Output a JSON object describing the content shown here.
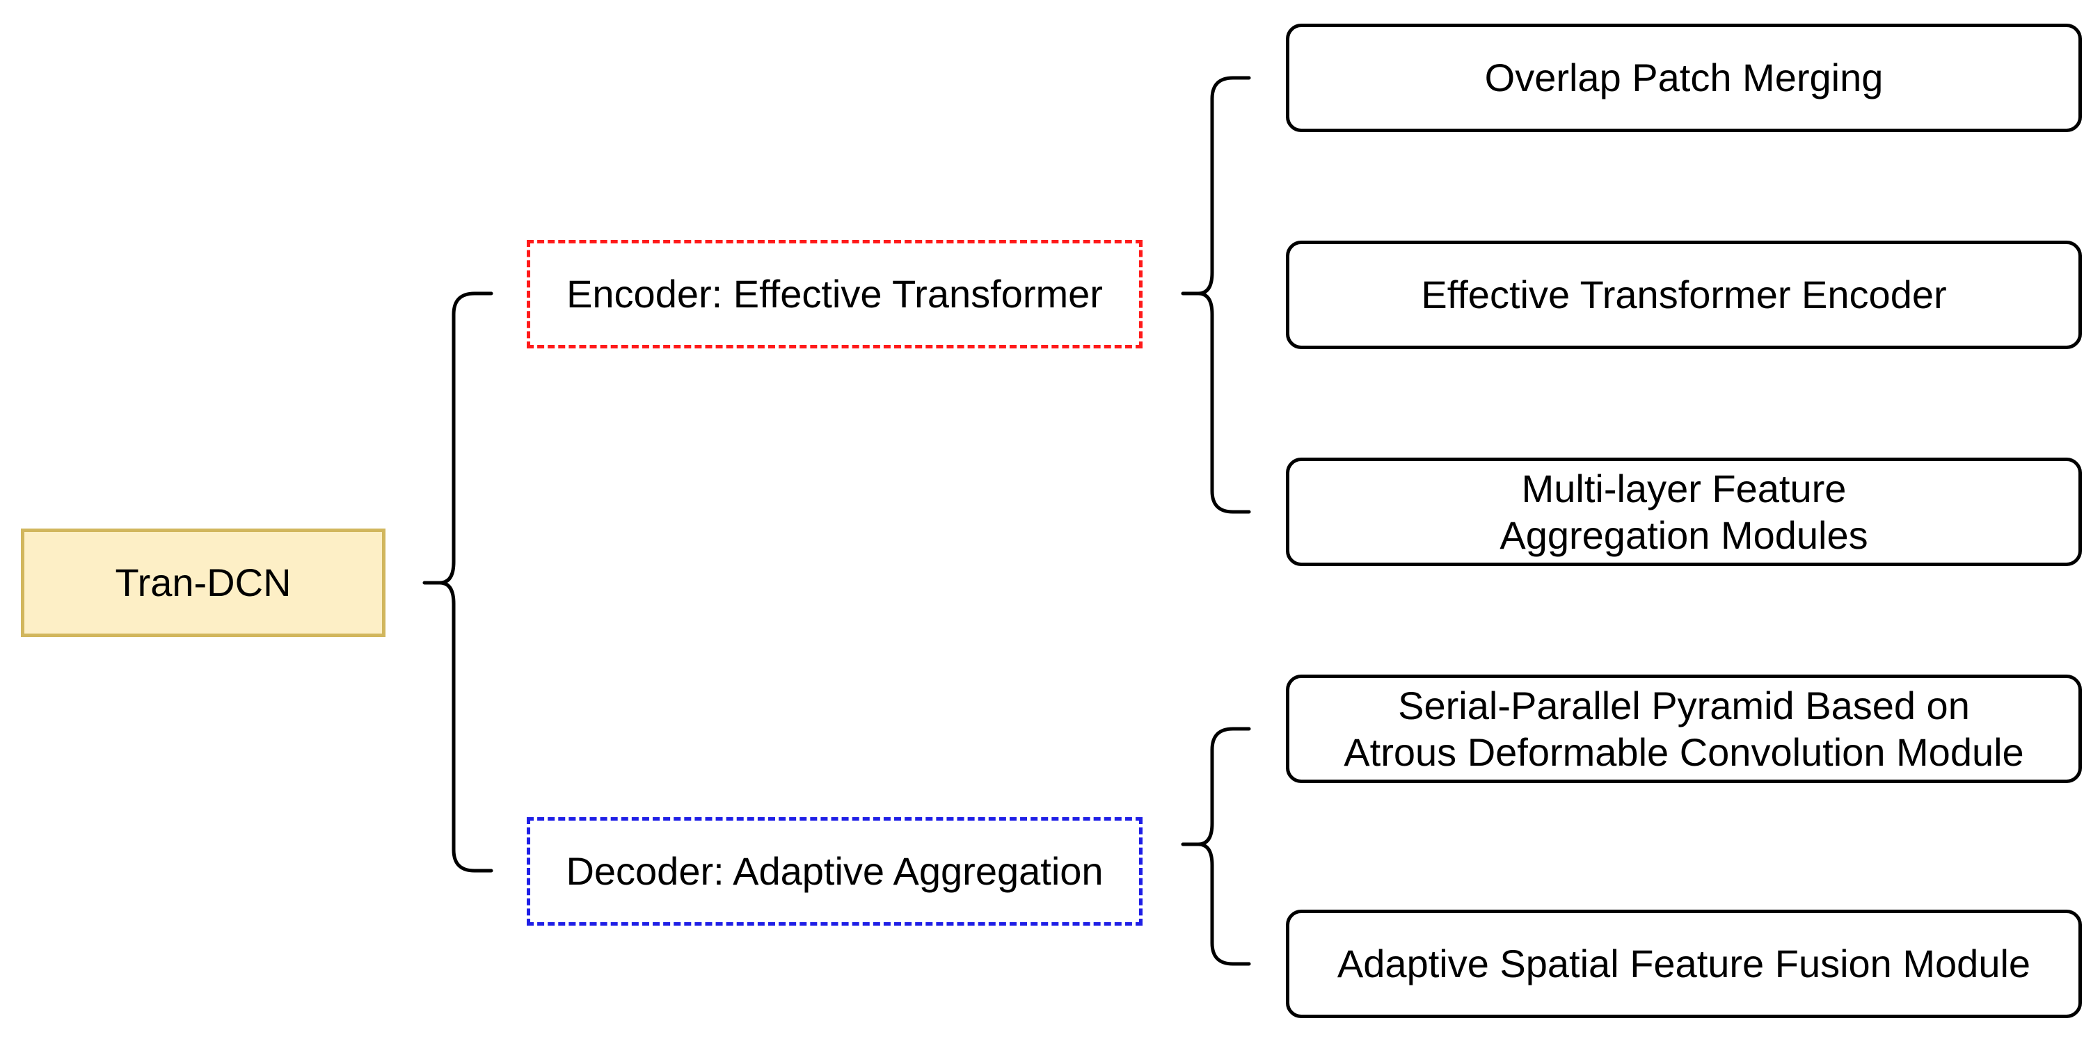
{
  "root": {
    "label": "Tran-DCN"
  },
  "branches": {
    "encoder": {
      "label": "Encoder: Effective Transformer"
    },
    "decoder": {
      "label": "Decoder: Adaptive Aggregation"
    }
  },
  "encoder_modules": [
    {
      "label": "Overlap Patch Merging"
    },
    {
      "label": "Effective Transformer Encoder"
    },
    {
      "label": "Multi-layer Feature\nAggregation Modules"
    }
  ],
  "decoder_modules": [
    {
      "label": "Serial-Parallel Pyramid Based on\nAtrous Deformable Convolution Module"
    },
    {
      "label": "Adaptive Spatial Feature Fusion Module"
    }
  ],
  "colors": {
    "root_fill": "#fdefc6",
    "root_border": "#d1b65d",
    "encoder_border": "#ff1a1a",
    "decoder_border": "#1f1fe6",
    "line": "#000000"
  }
}
